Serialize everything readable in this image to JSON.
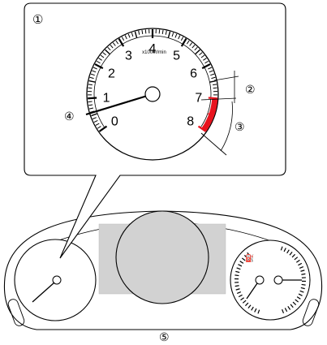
{
  "callout": {
    "panel_label": "①",
    "ticks_label": "②",
    "redzone_label": "③",
    "needle_label": "④",
    "cluster_label": "⑤"
  },
  "tachometer": {
    "unit": "x1000r/min",
    "scale_labels": [
      "0",
      "1",
      "2",
      "3",
      "4",
      "5",
      "6",
      "7",
      "8"
    ],
    "redzone_color": "#e8141e"
  },
  "cluster": {
    "fuel_icon": "fuel-pump-icon",
    "center_panel_color": "#d2d2d2"
  }
}
